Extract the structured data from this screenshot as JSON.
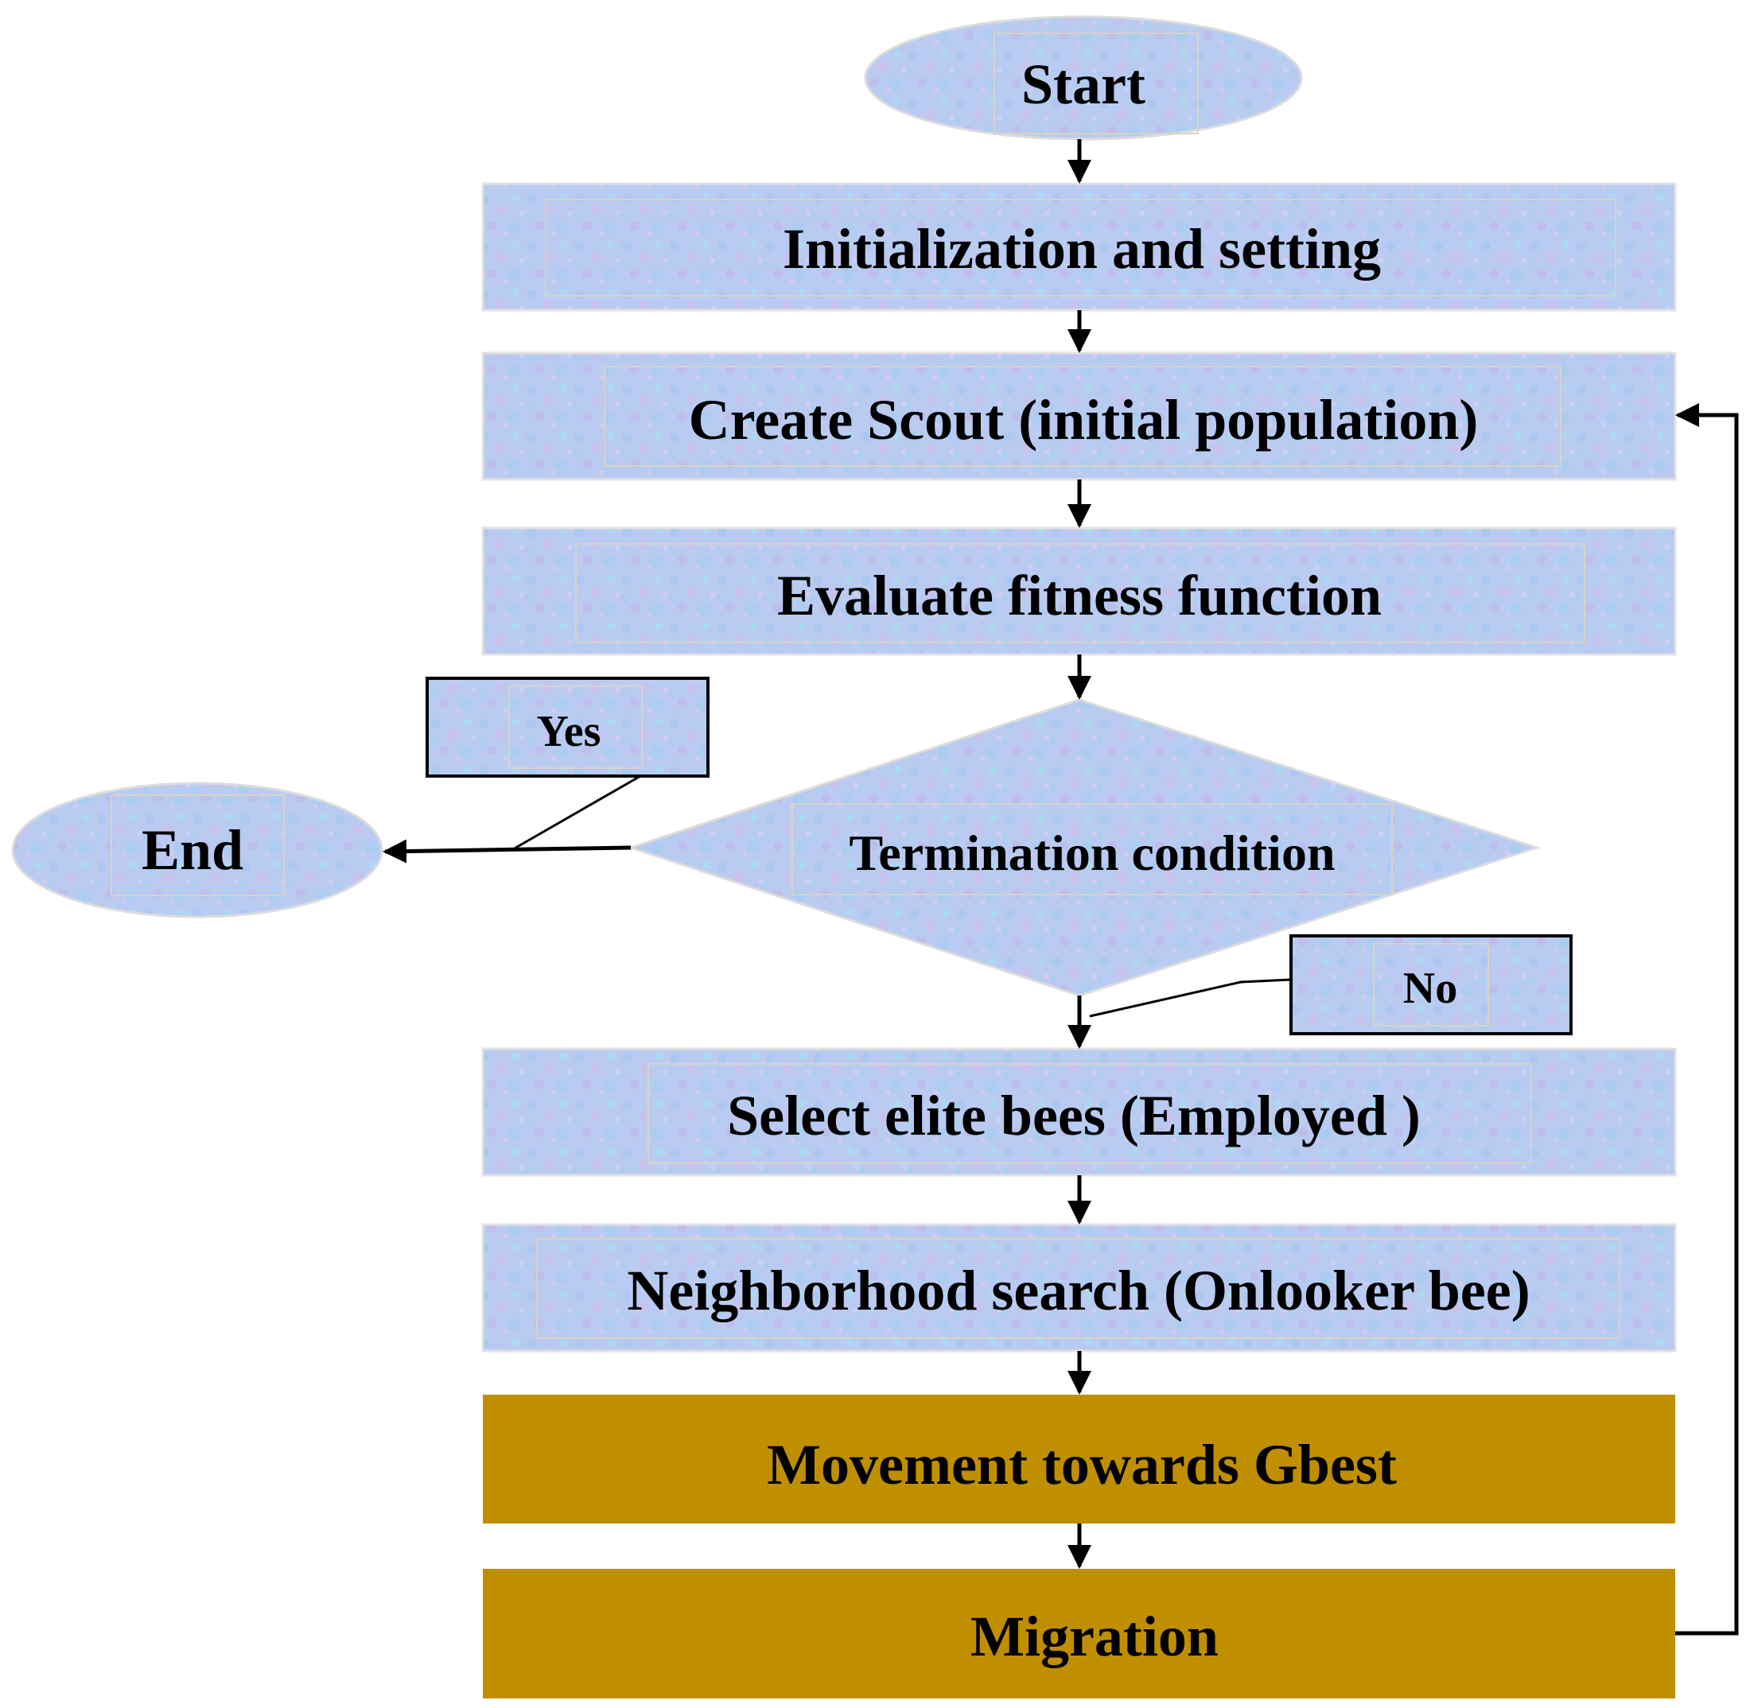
{
  "nodes": {
    "start": "Start",
    "init": "Initialization and setting",
    "scout": "Create Scout (initial population)",
    "evaluate": "Evaluate fitness function",
    "termination": "Termination condition",
    "end": "End",
    "elite": "Select elite bees (Employed )",
    "neighborhood": "Neighborhood search (Onlooker bee)",
    "movement": "Movement towards Gbest",
    "migration": "Migration"
  },
  "labels": {
    "yes": "Yes",
    "no": "No"
  },
  "colors": {
    "process_fill": "#b6c9f0",
    "highlight_fill": "#bf8f00",
    "line": "#000000"
  }
}
